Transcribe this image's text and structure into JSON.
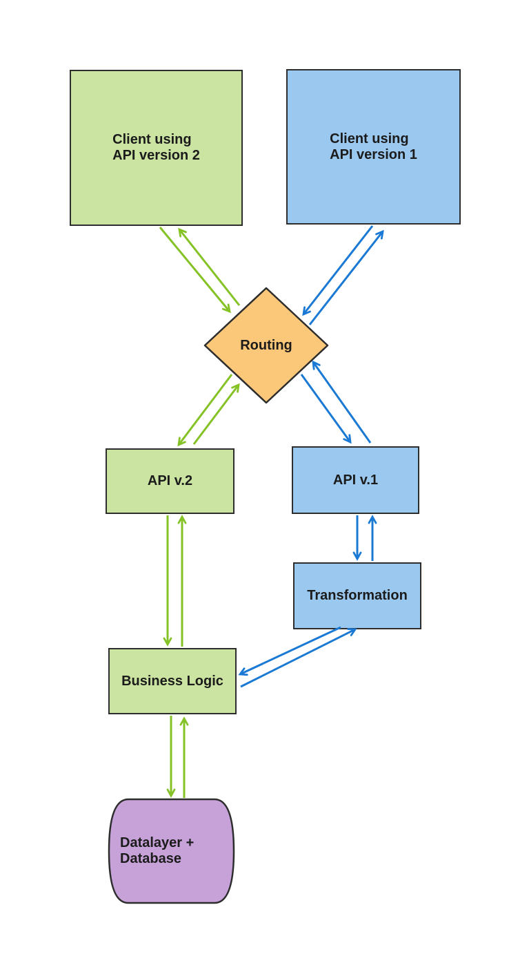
{
  "nodes": {
    "client_v2": {
      "line1": "Client using",
      "line2": "API version 2",
      "fill_key": "green_fill"
    },
    "client_v1": {
      "line1": "Client using",
      "line2": "API version 1",
      "fill_key": "blue_fill"
    },
    "routing": {
      "label": "Routing"
    },
    "api_v2": {
      "label": "API v.2"
    },
    "api_v1": {
      "label": "API v.1"
    },
    "transformation": {
      "label": "Transformation"
    },
    "business_logic": {
      "label": "Business Logic"
    },
    "datalayer": {
      "line1": "Datalayer +",
      "line2": "Database"
    }
  },
  "edges": [
    {
      "from": "client_v2",
      "to": "routing",
      "color": "green"
    },
    {
      "from": "routing",
      "to": "client_v2",
      "color": "green"
    },
    {
      "from": "client_v1",
      "to": "routing",
      "color": "blue"
    },
    {
      "from": "routing",
      "to": "client_v1",
      "color": "blue"
    },
    {
      "from": "routing",
      "to": "api_v2",
      "color": "green"
    },
    {
      "from": "api_v2",
      "to": "routing",
      "color": "green"
    },
    {
      "from": "routing",
      "to": "api_v1",
      "color": "blue"
    },
    {
      "from": "api_v1",
      "to": "routing",
      "color": "blue"
    },
    {
      "from": "api_v2",
      "to": "business_logic",
      "color": "green"
    },
    {
      "from": "business_logic",
      "to": "api_v2",
      "color": "green"
    },
    {
      "from": "api_v1",
      "to": "transformation",
      "color": "blue"
    },
    {
      "from": "transformation",
      "to": "api_v1",
      "color": "blue"
    },
    {
      "from": "transformation",
      "to": "business_logic",
      "color": "blue"
    },
    {
      "from": "business_logic",
      "to": "transformation",
      "color": "blue"
    },
    {
      "from": "business_logic",
      "to": "datalayer",
      "color": "green"
    },
    {
      "from": "datalayer",
      "to": "business_logic",
      "color": "green"
    }
  ],
  "colors": {
    "green_fill": "#cbe4a2",
    "blue_fill": "#9bc8ef",
    "orange_fill": "#fbc778",
    "purple_fill": "#c6a2d8",
    "green_arrow": "#85c226",
    "blue_arrow": "#1a79d4",
    "border": "#2d2d2d"
  }
}
